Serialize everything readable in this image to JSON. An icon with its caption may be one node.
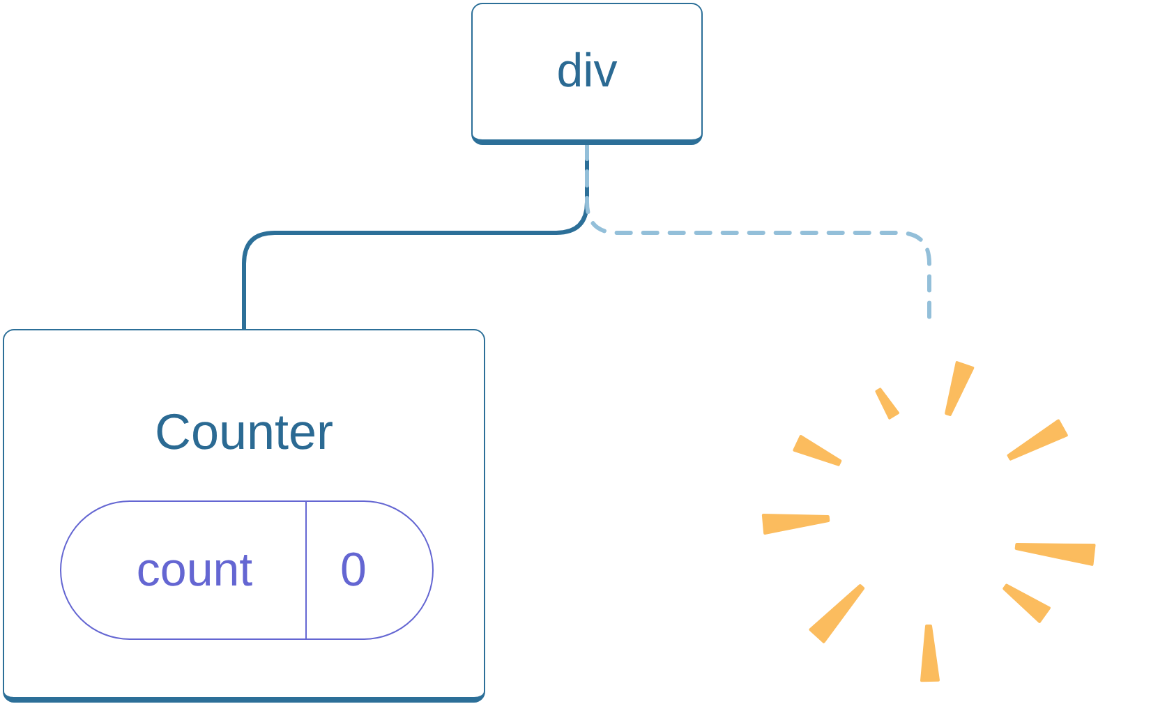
{
  "diagram": {
    "nodes": [
      {
        "text": [
          "div"
        ]
      },
      {
        "text": [
          "Counter"
        ]
      },
      {
        "text": [
          "count",
          "0"
        ],
        "in": 1
      },
      {
        "text": [],
        "shape": "picture"
      }
    ],
    "edges": [
      {
        "from": 0,
        "to": 1,
        "arrow": "none"
      },
      {
        "from": 0,
        "to": 3,
        "arrow": "none",
        "style": "dashed",
        "color": "#93bfd9"
      }
    ]
  }
}
